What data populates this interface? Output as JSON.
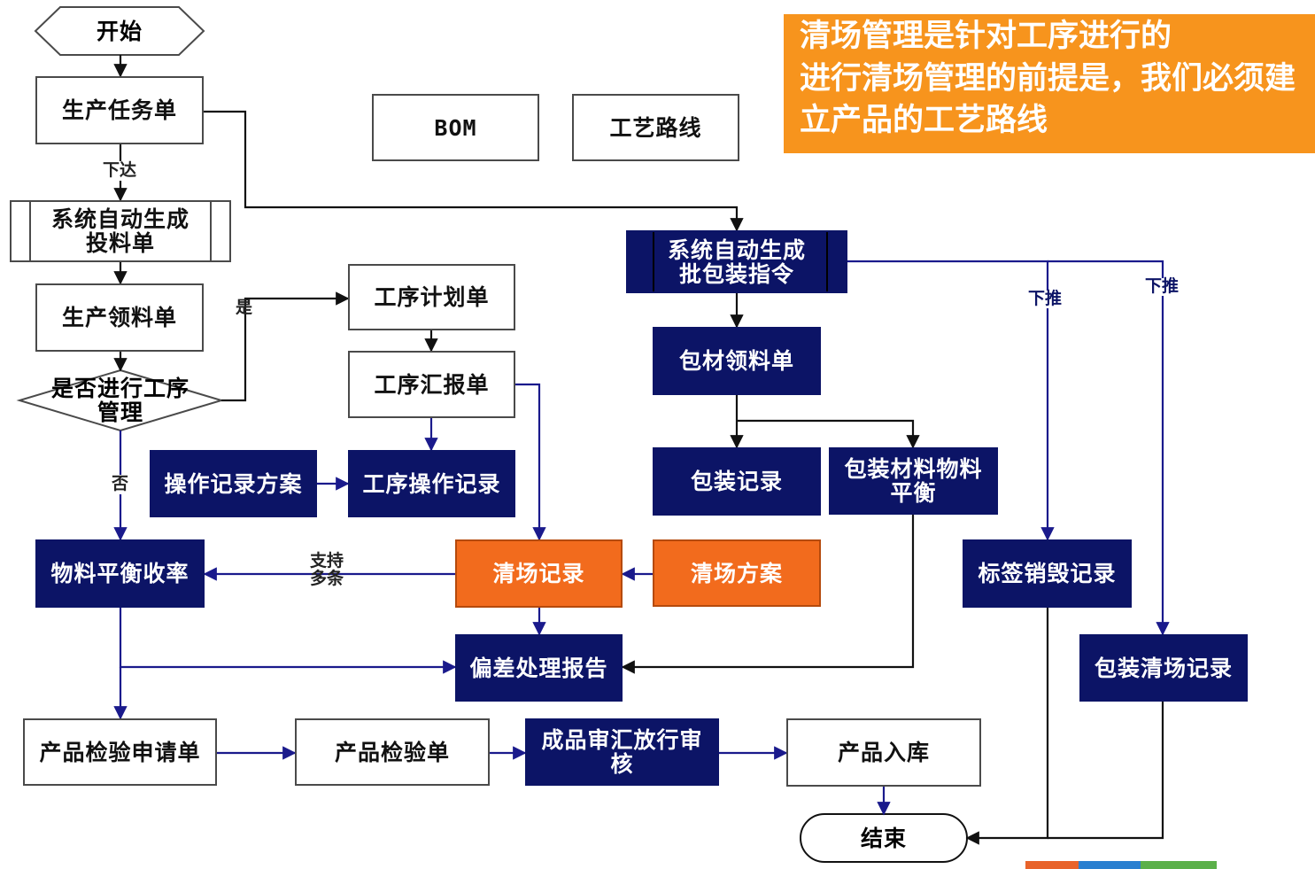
{
  "note": "清场管理是针对工序进行的\n进行清场管理的前提是，我们必须建立产品的工艺路线",
  "nodes": {
    "start": "开始",
    "prod_order": "生产任务单",
    "auto_feed": "系统自动生成\n投料单",
    "pick_list": "生产领料单",
    "decision": "是否进行工序\n管理",
    "bom": "BOM",
    "routing": "工艺路线",
    "proc_plan": "工序计划单",
    "proc_report": "工序汇报单",
    "op_scheme": "操作记录方案",
    "proc_op_record": "工序操作记录",
    "auto_pack": "系统自动生成\n批包装指令",
    "pack_pick": "包材领料单",
    "pack_record": "包装记录",
    "pack_balance": "包装材料物料\n平衡",
    "mat_balance": "物料平衡收率",
    "clear_record": "清场记录",
    "clear_scheme": "清场方案",
    "label_destroy": "标签销毁记录",
    "deviation": "偏差处理报告",
    "pack_clear": "包装清场记录",
    "insp_req": "产品检验申请单",
    "insp": "产品检验单",
    "release": "成品审汇放行审\n核",
    "warehouse": "产品入库",
    "end": "结束"
  },
  "labels": {
    "issue": "下达",
    "yes": "是",
    "no": "否",
    "push1": "下推",
    "push2": "下推",
    "multi": "支持\n多条"
  },
  "colors": {
    "dark_blue": "#0c1466",
    "orange": "#f26b1d",
    "note_orange": "#f7941d",
    "arrow_blue": "#1a1a8c",
    "gray_line": "#4a4a4a"
  }
}
